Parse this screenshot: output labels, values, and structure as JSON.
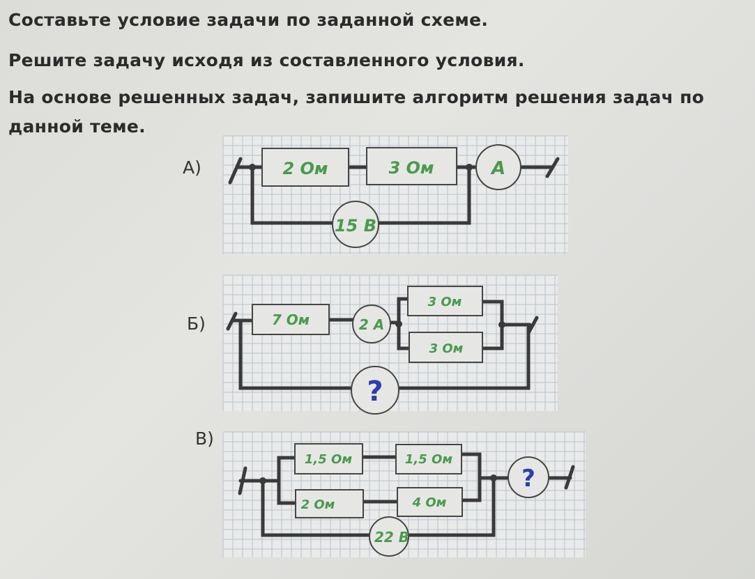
{
  "task": {
    "line1": "Составьте условие задачи по заданной схеме.",
    "line2": "Решите задачу исходя из составленного условия.",
    "line3": "На основе решенных задач, запишите алгоритм решения задач по",
    "line4": "данной теме."
  },
  "circuits": {
    "a": {
      "label": "А)",
      "r1": "2 Ом",
      "r2": "3 Ом",
      "meter": "А",
      "source": "15 В"
    },
    "b": {
      "label": "Б)",
      "r1": "7 Ом",
      "meter": "2 А",
      "r2": "3 Ом",
      "r3": "3 Ом",
      "source": "?"
    },
    "c": {
      "label": "В)",
      "r1": "1,5 Ом",
      "r2": "1,5 Ом",
      "r3": "2 Ом",
      "r4": "4 Ом",
      "meter": "?",
      "source": "22 В"
    }
  },
  "colors": {
    "value_text": "#4a9a4e",
    "unknown": "#2b3fb0"
  }
}
